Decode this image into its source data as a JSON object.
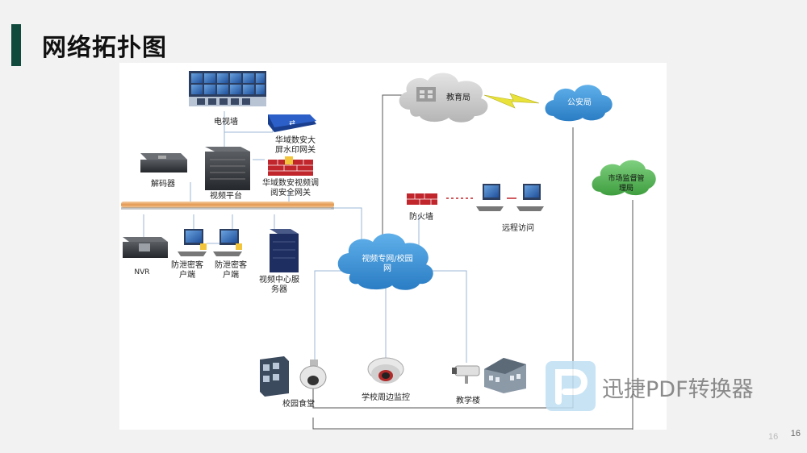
{
  "title": "网络拓扑图",
  "page_number": "16",
  "watermark": "迅捷PDF转换器",
  "nodes": {
    "tv_wall": "电视墙",
    "watermark_gateway": [
      "华域数安大",
      "屏水印网关"
    ],
    "decoder": "解码器",
    "video_platform": "视频平台",
    "video_gateway": [
      "华域数安视频调",
      "阅安全网关"
    ],
    "nvr": "NVR",
    "client1": [
      "防泄密客",
      "户端"
    ],
    "client2": [
      "防泄密客",
      "户端"
    ],
    "server": [
      "视频中心服",
      "务器"
    ],
    "education": "教育局",
    "police": "公安局",
    "market": [
      "市场监督管",
      "理局"
    ],
    "firewall": "防火墙",
    "remote": "远程访问",
    "campus_net": [
      "视频专网/校园",
      "网"
    ],
    "canteen": "校园食堂",
    "perimeter": "学校周边监控",
    "teaching": "教学楼"
  },
  "colors": {
    "title_bar": "#0f4a3c",
    "cloud_blue": "#3a8fd4",
    "cloud_green": "#5cb85c",
    "cloud_gray": "#c9c9c9",
    "bus": "#e8a25a",
    "firewall": "#c0262c"
  }
}
